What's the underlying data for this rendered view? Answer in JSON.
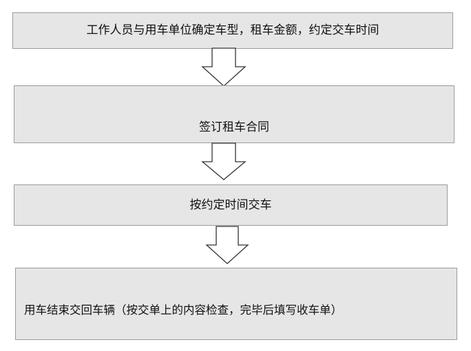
{
  "flow": {
    "steps": [
      {
        "text": "工作人员与用车单位确定车型，租车金额，约定交车时间"
      },
      {
        "text": "签订租车合同"
      },
      {
        "text": "按约定时间交车"
      },
      {
        "text": "用车结束交回车辆（按交单上的内容检查，完毕后填写收车单）"
      }
    ]
  }
}
